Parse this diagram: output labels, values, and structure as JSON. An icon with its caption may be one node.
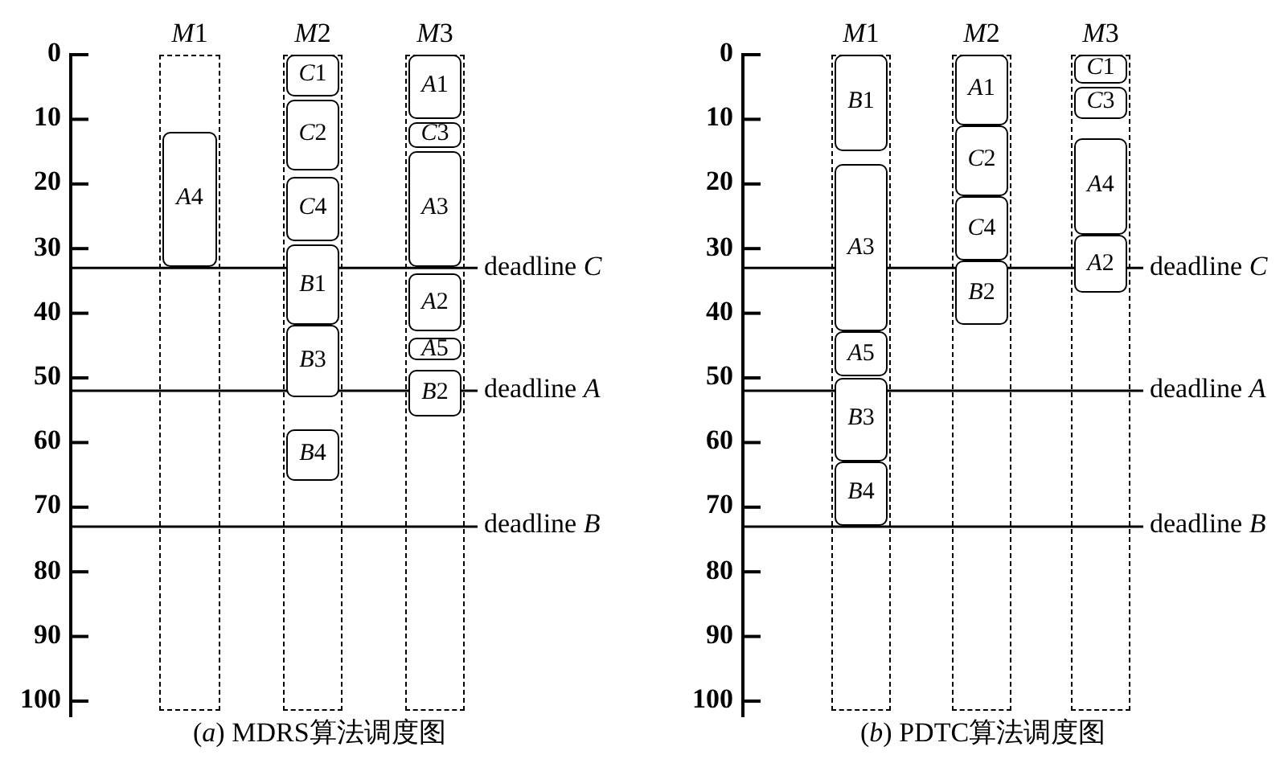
{
  "diagram": {
    "nodes": [
      {
        "text": [
          "M1"
        ]
      },
      {
        "text": [
          "A4"
        ],
        "in": 0
      },
      {
        "text": [
          "M2"
        ]
      },
      {
        "text": [
          "C1"
        ],
        "in": 2
      },
      {
        "text": [
          "C2"
        ],
        "in": 2
      },
      {
        "text": [
          "C4"
        ],
        "in": 2
      },
      {
        "text": [
          "B1"
        ],
        "in": 2
      },
      {
        "text": [
          "B3"
        ],
        "in": 2
      },
      {
        "text": [
          "B4"
        ],
        "in": 2
      },
      {
        "text": [
          "M3"
        ]
      },
      {
        "text": [
          "A1"
        ],
        "in": 9
      },
      {
        "text": [
          "C3"
        ],
        "in": 9
      },
      {
        "text": [
          "A3"
        ],
        "in": 9
      },
      {
        "text": [
          "A2"
        ],
        "in": 9
      },
      {
        "text": [
          "A5"
        ],
        "in": 9
      },
      {
        "text": [
          "B2"
        ],
        "in": 9
      },
      {
        "text": [
          "M1"
        ]
      },
      {
        "text": [
          "B1"
        ],
        "in": 16
      },
      {
        "text": [
          "A3"
        ],
        "in": 16
      },
      {
        "text": [
          "A5"
        ],
        "in": 16
      },
      {
        "text": [
          "B3"
        ],
        "in": 16
      },
      {
        "text": [
          "B4"
        ],
        "in": 16
      },
      {
        "text": [
          "M2"
        ]
      },
      {
        "text": [
          "A1"
        ],
        "in": 22
      },
      {
        "text": [
          "C2"
        ],
        "in": 22
      },
      {
        "text": [
          "C4"
        ],
        "in": 22
      },
      {
        "text": [
          "B2"
        ],
        "in": 22
      },
      {
        "text": [
          "M3"
        ]
      },
      {
        "text": [
          "C1"
        ],
        "in": 27
      },
      {
        "text": [
          "C3"
        ],
        "in": 27
      },
      {
        "text": [
          "A4"
        ],
        "in": 27
      },
      {
        "text": [
          "A2"
        ],
        "in": 27
      }
    ],
    "edges": [],
    "labels": [
      "0",
      "10",
      "20",
      "30",
      "40",
      "50",
      "60",
      "70",
      "80",
      "90",
      "100",
      "deadline C",
      "deadline A",
      "deadline B",
      "(a) MDRS算法调度图",
      "0",
      "10",
      "20",
      "30",
      "40",
      "50",
      "60",
      "70",
      "80",
      "90",
      "100",
      "deadline C",
      "deadline A",
      "deadline B",
      "(b) PDTC算法调度图"
    ]
  }
}
